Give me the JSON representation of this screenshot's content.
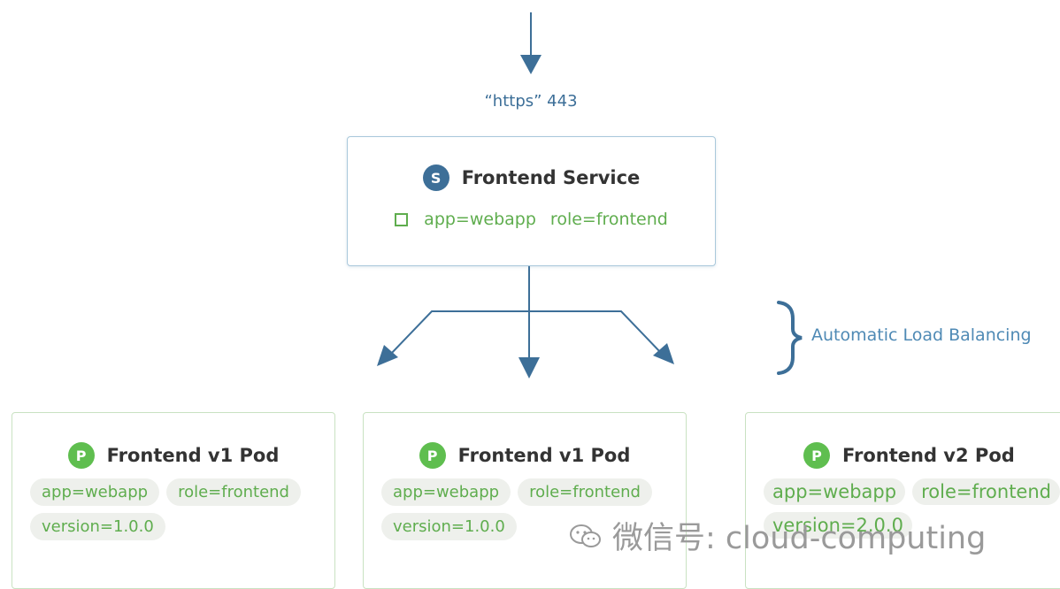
{
  "ingress": {
    "label": "“https” 443"
  },
  "service": {
    "badge": "S",
    "title": "Frontend Service",
    "selectors": [
      "app=webapp",
      "role=frontend"
    ]
  },
  "load_balancing_label": "Automatic Load Balancing",
  "pods": [
    {
      "badge": "P",
      "title": "Frontend v1 Pod",
      "labels": [
        "app=webapp",
        "role=frontend",
        "version=1.0.0"
      ]
    },
    {
      "badge": "P",
      "title": "Frontend v1 Pod",
      "labels": [
        "app=webapp",
        "role=frontend",
        "version=1.0.0"
      ]
    },
    {
      "badge": "P",
      "title": "Frontend v2 Pod",
      "labels": [
        "app=webapp",
        "role=frontend",
        "version=2.0.0"
      ]
    }
  ],
  "watermark": {
    "text": "微信号: cloud-computing",
    "icon": "wechat-icon"
  },
  "colors": {
    "arrow": "#3d6f98",
    "service_border": "#a9c8db",
    "pod_border": "#c9e2c2",
    "label_green": "#5fad4e",
    "service_badge": "#3d6f98",
    "pod_badge": "#5fbe4f"
  }
}
